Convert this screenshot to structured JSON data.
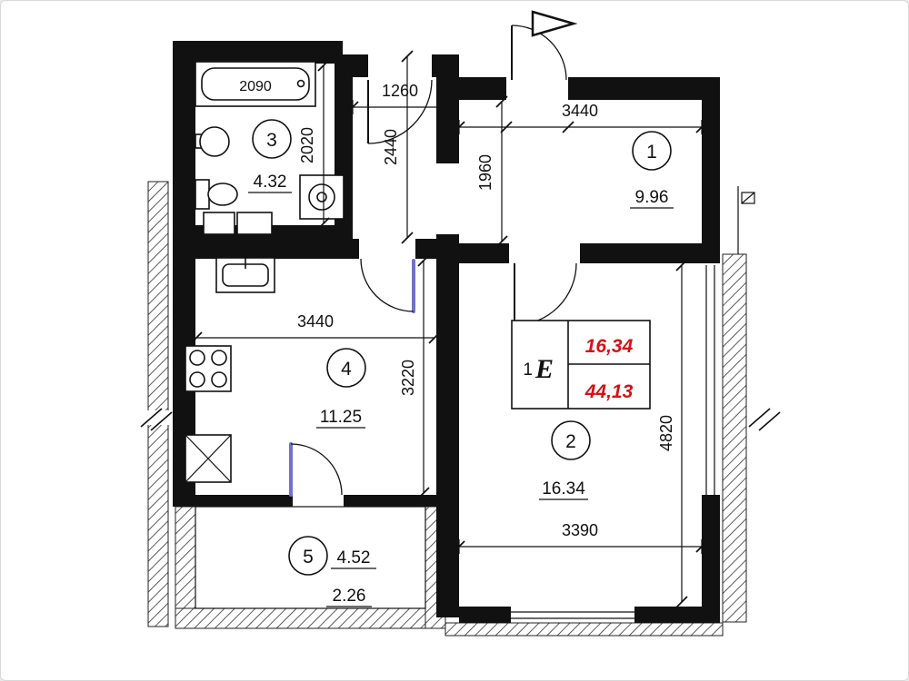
{
  "apartment": {
    "prefix": "1",
    "letter": "Е",
    "room_area": "16,34",
    "total_area": "44,13"
  },
  "rooms": [
    {
      "number": "1",
      "area": "9.96"
    },
    {
      "number": "2",
      "area": "16.34"
    },
    {
      "number": "3",
      "area": "4.32"
    },
    {
      "number": "4",
      "area": "11.25"
    },
    {
      "number": "5",
      "area": "4.52",
      "area_secondary": "2.26"
    }
  ],
  "dimensions": {
    "tub_length": "2090",
    "closet_width": "1260",
    "bathroom_depth": "2020",
    "corridor_depth": "2440",
    "hallway_width": "3440",
    "hallway_depth": "1960",
    "kitchen_width": "3440",
    "kitchen_depth": "3220",
    "living_depth": "4820",
    "living_width": "3390"
  },
  "colors": {
    "accent_red": "#d41216",
    "door_leaf": "#7272c8",
    "wall": "#111111"
  }
}
